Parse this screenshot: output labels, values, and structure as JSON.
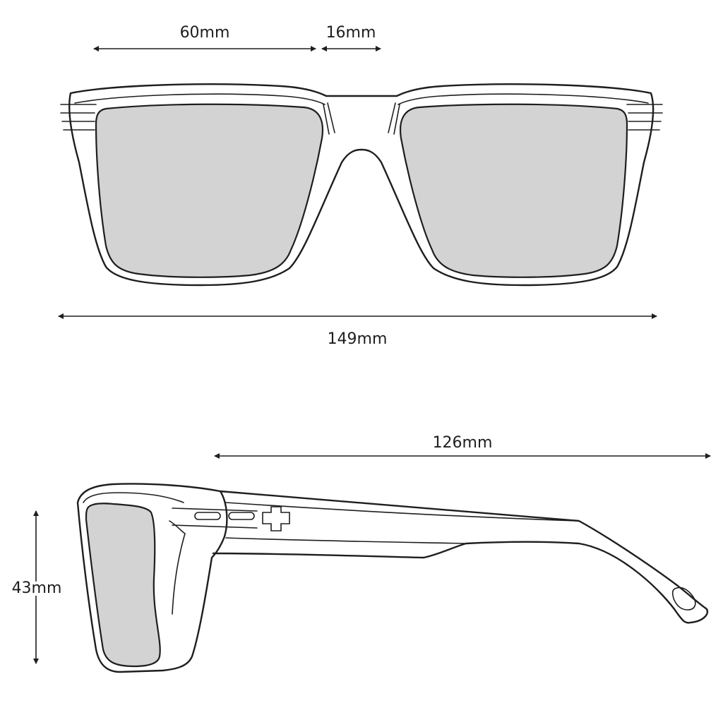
{
  "dimensions": {
    "lens_width": "60mm",
    "bridge_width": "16mm",
    "frame_width": "149mm",
    "temple_length": "126mm",
    "lens_height": "43mm"
  },
  "colors": {
    "line": "#1e1e1e",
    "lens": "#d3d3d3",
    "background": "#ffffff"
  }
}
